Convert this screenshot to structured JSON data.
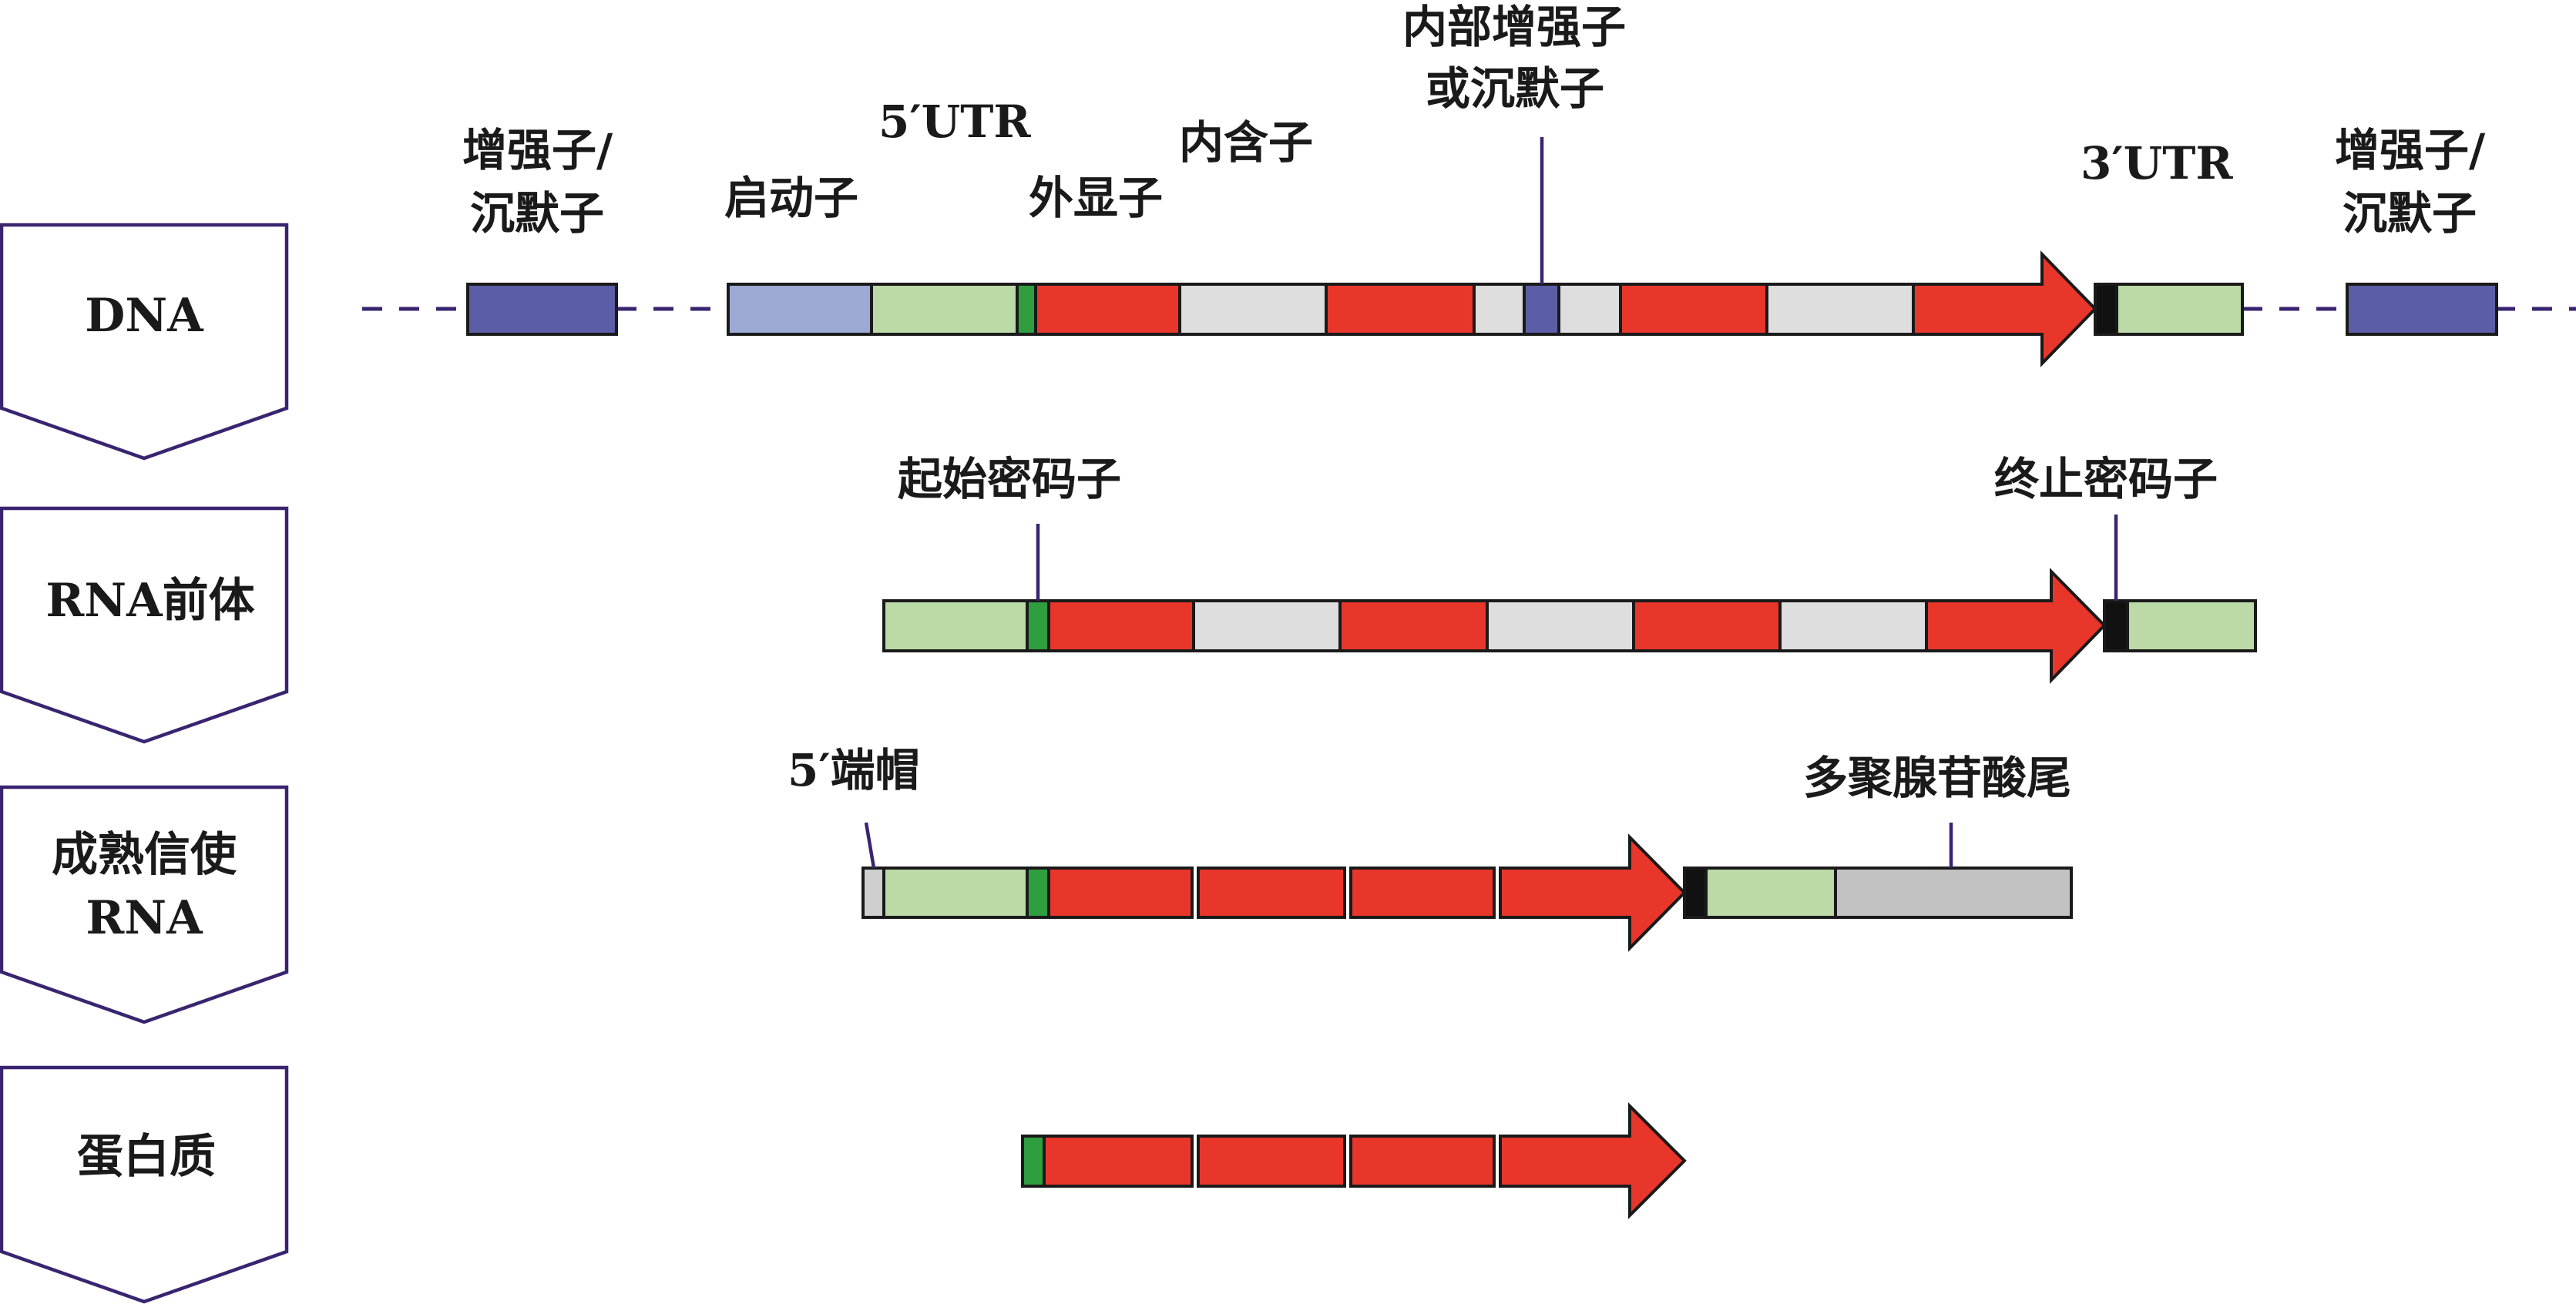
{
  "colors": {
    "enhancer": "#5b5ea6",
    "promoter": "#9ba9d4",
    "utr": "#bcd9a8",
    "start_codon": "#2f9e3e",
    "exon": "#e8362b",
    "intron": "#dedede",
    "stop_codon": "#111111",
    "cap": "#cfcfcf",
    "polya": "#c2c2c2",
    "tag_outline": "#3a2470",
    "line": "#3a2470"
  },
  "rows": {
    "dna": "DNA",
    "pre_rna": "RNA前体",
    "mrna_line1": "成熟信使",
    "mrna_line2": "RNA",
    "protein": "蛋白质"
  },
  "labels": {
    "enhancer_left_1": "增强子/",
    "enhancer_left_2": "沉默子",
    "promoter": "启动子",
    "utr5": "5′UTR",
    "exon": "外显子",
    "intron": "内含子",
    "internal_1": "内部增强子",
    "internal_2": "或沉默子",
    "utr3": "3′UTR",
    "enhancer_right_1": "增强子/",
    "enhancer_right_2": "沉默子",
    "start_codon": "起始密码子",
    "stop_codon": "终止密码子",
    "cap": "5′端帽",
    "polya": "多聚腺苷酸尾"
  },
  "icons": {
    "row_tag": "pentagon-arrow-down",
    "orf_arrow": "right-arrow"
  }
}
